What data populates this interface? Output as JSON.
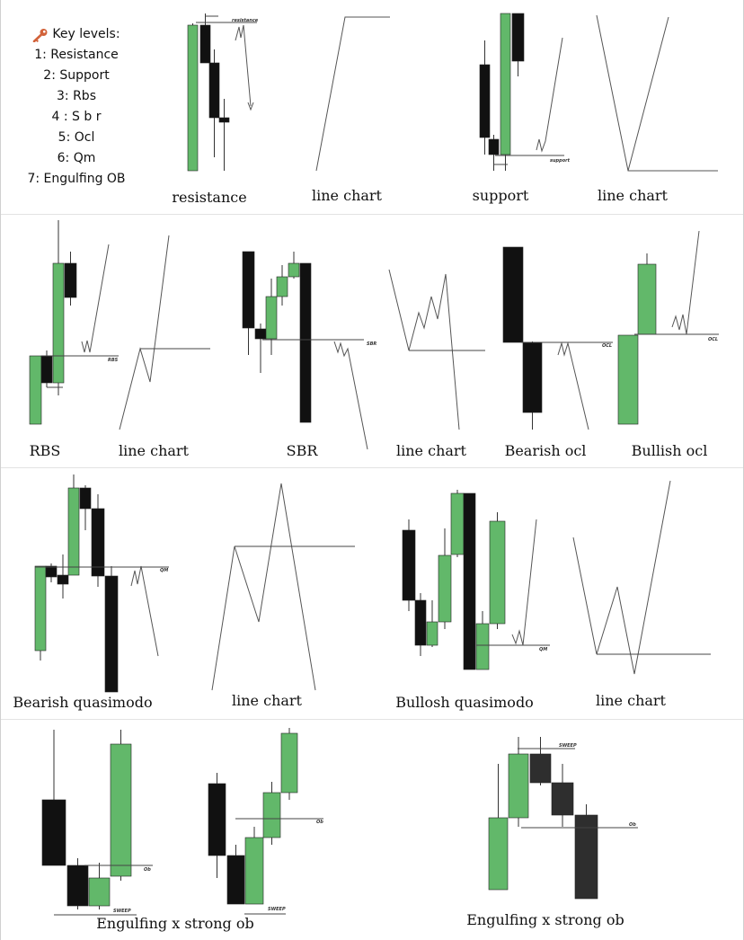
{
  "key_levels": {
    "icon": "key-icon",
    "title": "Key levels:",
    "items": [
      "1: Resistance",
      "2: Support",
      "3: Rbs",
      "4 : S b r",
      "5: Ocl",
      "6: Qm",
      "7: Engulfing OB"
    ]
  },
  "captions": {
    "resistance": "resistance",
    "resistance_line": "line chart",
    "support": "support",
    "support_line": "line chart",
    "rbs": "RBS",
    "rbs_line": "line chart",
    "sbr": "SBR",
    "sbr_line": "line chart",
    "bearish_ocl": "Bearish ocl",
    "bullish_ocl": "Bullish ocl",
    "bearish_qm": "Bearish quasimodo",
    "bearish_qm_line": "line chart",
    "bullish_qm": "Bullosh quasimodo",
    "bullish_qm_line": "line chart",
    "engulfing_1": "Engulfing x strong ob",
    "engulfing_2": "Engulfing x strong ob"
  },
  "level_labels": {
    "resistance": "resistance",
    "support": "support",
    "rbs": "RBS",
    "sbr": "SBR",
    "ocl_bear": "OCL",
    "ocl_bull": "OCL",
    "qm_bear": "QM",
    "qm_bull": "QM",
    "ob1": "Ob",
    "sweep1": "SWEEP",
    "ob2": "Ob",
    "sweep2": "SWEEP",
    "ob3": "Ob",
    "sweep3": "SWEEP"
  },
  "colors": {
    "bull": "#62b86a",
    "bear": "#111111",
    "bear_soft": "#2e2e2e",
    "line": "#555555"
  }
}
